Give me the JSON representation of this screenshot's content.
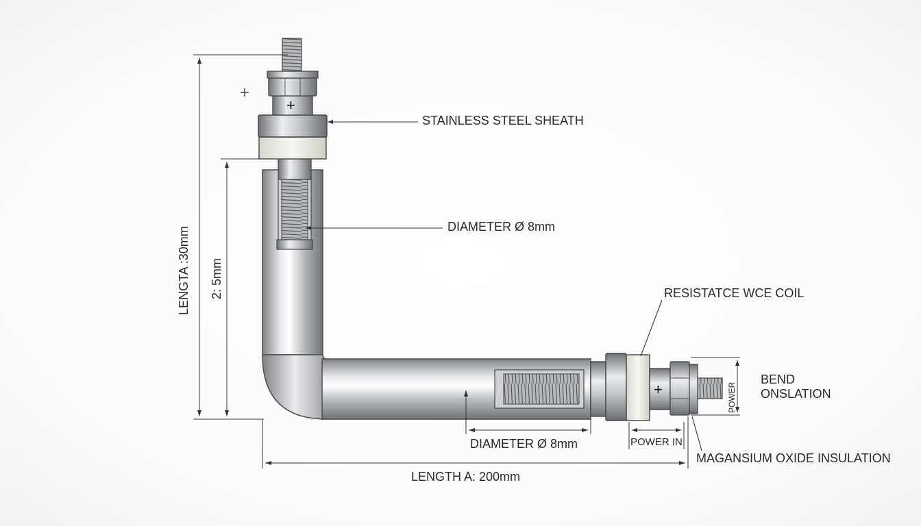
{
  "labels": {
    "sheath": "STAINLESS STEEL SHEATH",
    "diameter_upper": "DIAMETER Ø  8mm",
    "coil": "RESISTATCE WCE COIL",
    "bend_insulation": "BEND\nONSLATION",
    "diameter_lower": "DIAMETER Ø 8mm",
    "power_in": "POWER IN",
    "mgo_insulation": "MAGANSIUM OXIDE INSULATION",
    "length_a": "LENGTH A: 200mm",
    "length_total": "LENGTA :30mm",
    "length_inner": "2: 5mm",
    "power_side": "POWER",
    "plus_top": "+",
    "plus_side": "+",
    "plus_outside": "+"
  },
  "colors": {
    "line": "#333333",
    "steel_dark": "#8a8d92",
    "steel_light": "#f4f5f6",
    "insulator": "#ecece4"
  }
}
